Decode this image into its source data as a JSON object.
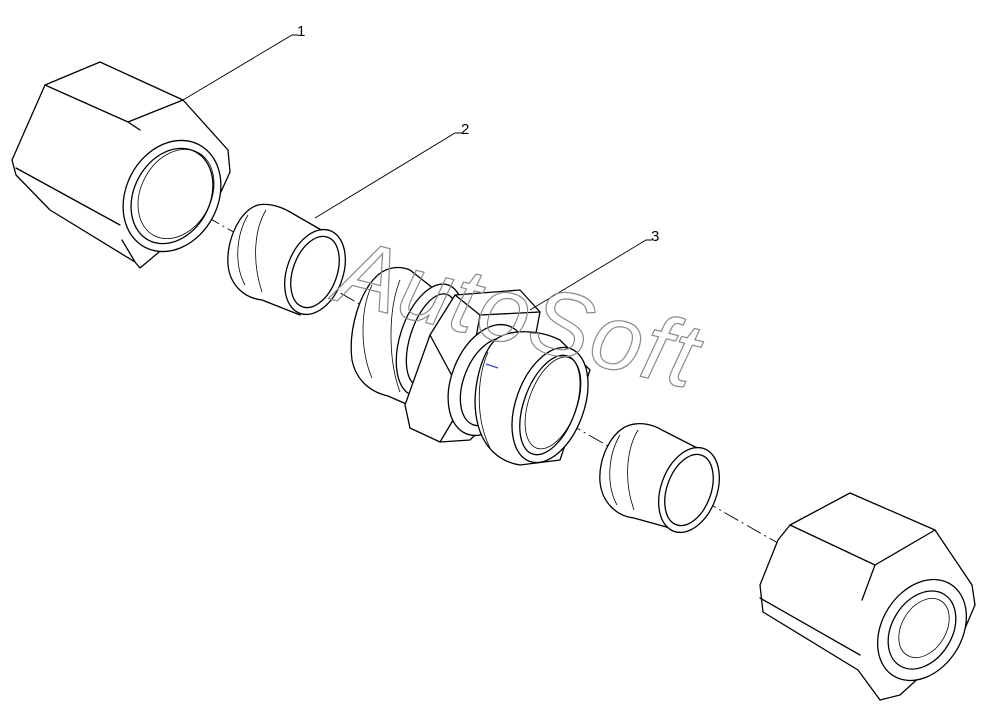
{
  "callouts": [
    {
      "id": "1",
      "label": "1"
    },
    {
      "id": "2",
      "label": "2"
    },
    {
      "id": "3",
      "label": "3"
    }
  ],
  "watermark": "AutoSoft",
  "colors": {
    "line": "#000000",
    "background": "#ffffff",
    "watermark_outline": "#8a8a8a"
  }
}
